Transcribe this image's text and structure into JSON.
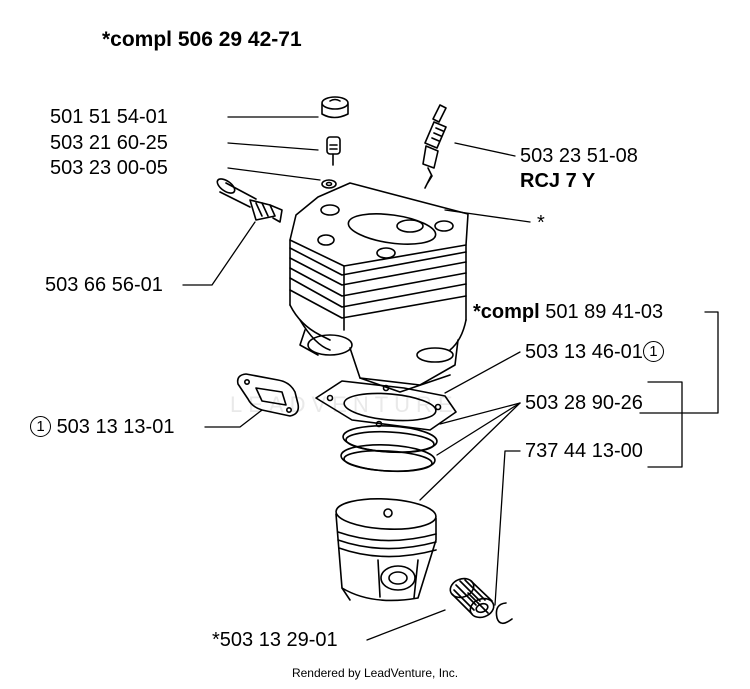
{
  "header": {
    "title": "*compl 506 29 42-71"
  },
  "labels": {
    "cap": "501 51 54-01",
    "screw": "503 21 60-25",
    "washer": "503 23 00-05",
    "spark_plug": "503 23 51-08",
    "spark_plug_type": "RCJ 7 Y",
    "cylinder": "*",
    "valve": "503 66 56-01",
    "compl_bold": "*compl",
    "compl_num": "501 89 41-03",
    "base_gasket": "503 13 46-01",
    "base_gasket_ref": "1",
    "muffler_gasket_ref": "1",
    "muffler_gasket": "503 13 13-01",
    "rings": "503 28 90-26",
    "circlip": "737 44 13-00",
    "bearing": "*503 13 29-01"
  },
  "watermark": "LEADVENTURE",
  "footer": {
    "text": "Rendered by LeadVenture, Inc."
  }
}
